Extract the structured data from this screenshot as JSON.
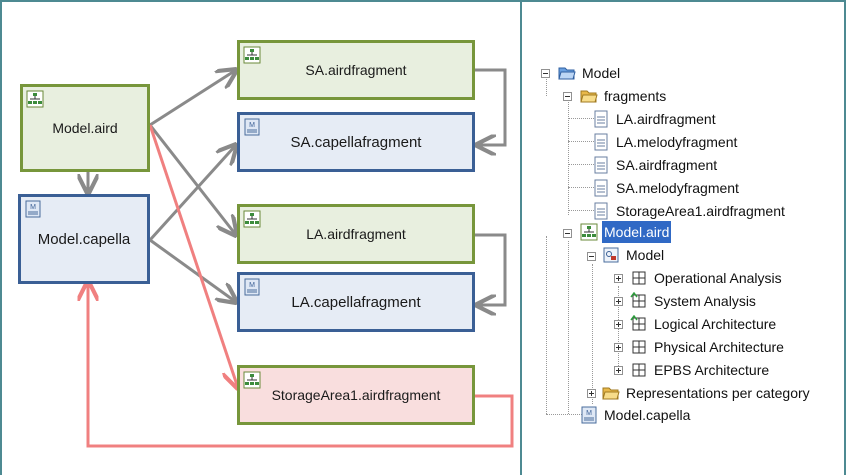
{
  "diagram": {
    "nodes": {
      "model_aird": "Model.aird",
      "model_capella": "Model.capella",
      "sa_aird": "SA.airdfragment",
      "sa_capella": "SA.capellafragment",
      "la_aird": "LA.airdfragment",
      "la_capella": "LA.capellafragment",
      "storage": "StorageArea1.airdfragment"
    },
    "colors": {
      "aird_border": "#77963b",
      "aird_fill": "#e8efdf",
      "capella_border": "#3a5f95",
      "capella_fill": "#e6ecf5",
      "storage_fill": "#f9dede",
      "arrow_gray": "#8a8a8a",
      "arrow_red": "#f08080"
    }
  },
  "tree": {
    "model": "Model",
    "fragments": "fragments",
    "fragment_items": [
      "LA.airdfragment",
      "LA.melodyfragment",
      "SA.airdfragment",
      "SA.melodyfragment",
      "StorageArea1.airdfragment"
    ],
    "model_aird": "Model.aird",
    "inner_model": "Model",
    "architectures": [
      "Operational Analysis",
      "System Analysis",
      "Logical Architecture",
      "Physical Architecture",
      "EPBS Architecture"
    ],
    "representations": "Representations per category",
    "model_capella": "Model.capella",
    "icons": {
      "folder": "folder-icon",
      "aird": "aird-icon",
      "capella": "capella-file-icon",
      "package": "package-icon",
      "architecture": "architecture-icon"
    }
  }
}
